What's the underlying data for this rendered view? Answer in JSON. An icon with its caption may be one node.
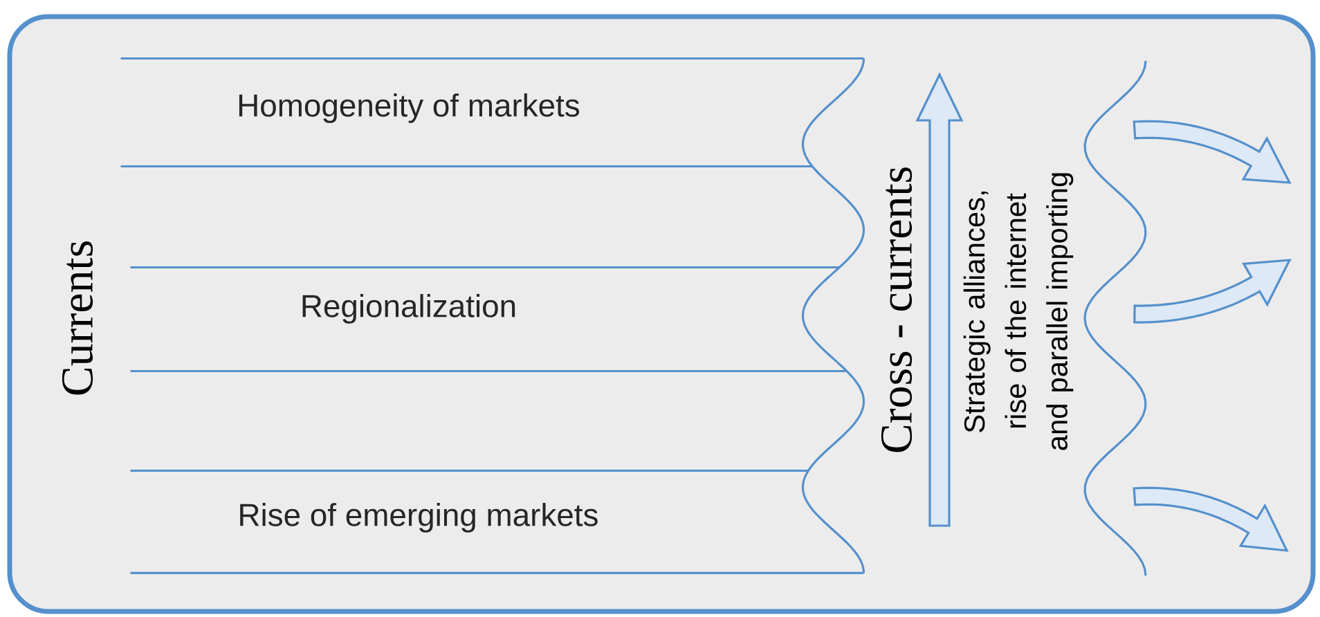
{
  "diagram": {
    "nodes": [
      {
        "text": [],
        "shape": "box"
      },
      {
        "text": [
          "Homogeneity of markets"
        ],
        "in": 0
      },
      {
        "text": [
          "Regionalization"
        ],
        "in": 0
      },
      {
        "text": [
          "Rise of emerging markets"
        ],
        "in": 0
      }
    ],
    "labels": [
      "Currents",
      "Cross - currents",
      "Strategic alliances, rise of the internet and parallel importing"
    ]
  }
}
